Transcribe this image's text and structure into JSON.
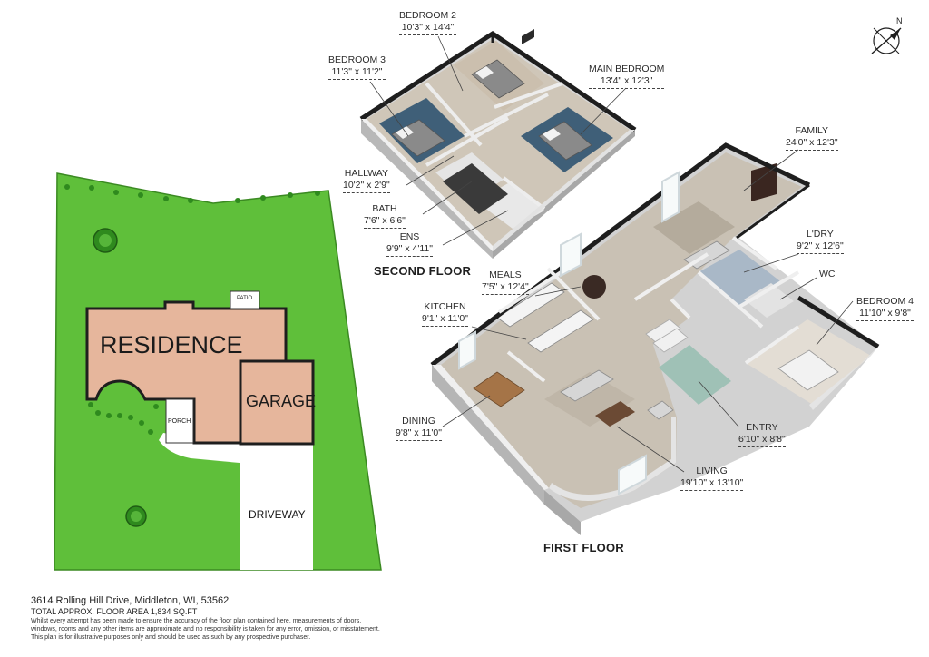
{
  "site_plan": {
    "residence": "RESIDENCE",
    "garage": "GARAGE",
    "patio": "PATIO",
    "porch": "PORCH",
    "driveway": "DRIVEWAY"
  },
  "floors": {
    "second": "SECOND FLOOR",
    "first": "FIRST FLOOR"
  },
  "compass": {
    "north": "N"
  },
  "rooms": {
    "bedroom2": {
      "name": "BEDROOM 2",
      "dims": "10'3\" x 14'4\""
    },
    "bedroom3": {
      "name": "BEDROOM 3",
      "dims": "11'3\" x 11'2\""
    },
    "main_bedroom": {
      "name": "MAIN BEDROOM",
      "dims": "13'4\" x 12'3\""
    },
    "hallway": {
      "name": "HALLWAY",
      "dims": "10'2\" x 2'9\""
    },
    "bath": {
      "name": "BATH",
      "dims": "7'6\" x 6'6\""
    },
    "ens": {
      "name": "ENS",
      "dims": "9'9\" x 4'11\""
    },
    "family": {
      "name": "FAMILY",
      "dims": "24'0\" x 12'3\""
    },
    "laundry": {
      "name": "L'DRY",
      "dims": "9'2\" x 12'6\""
    },
    "wc": {
      "name": "WC",
      "dims": ""
    },
    "bedroom4": {
      "name": "BEDROOM 4",
      "dims": "11'10\" x 9'8\""
    },
    "meals": {
      "name": "MEALS",
      "dims": "7'5\" x 12'4\""
    },
    "kitchen": {
      "name": "KITCHEN",
      "dims": "9'1\" x 11'0\""
    },
    "dining": {
      "name": "DINING",
      "dims": "9'8\" x 11'0\""
    },
    "entry": {
      "name": "ENTRY",
      "dims": "6'10\" x 8'8\""
    },
    "living": {
      "name": "LIVING",
      "dims": "19'10\" x 13'10\""
    }
  },
  "footer": {
    "address": "3614 Rolling Hill Drive, Middleton, WI, 53562",
    "total_area": "TOTAL APPROX. FLOOR AREA 1,834 SQ.FT",
    "disclaimer_1": "Whilst every attempt has been made to ensure the accuracy of the floor plan contained here, measurements of doors,",
    "disclaimer_2": "windows, rooms and any other items are approximate and no responsibility is taken for any error, omission, or misstatement.",
    "disclaimer_3": "This plan is for illustrative purposes only and should be used as such by any prospective purchaser."
  },
  "colors": {
    "lawn": "#5fbf3a",
    "lawn_edge": "#3d8f22",
    "residence": "#e6b69c",
    "wall_dark": "#2c2c2c",
    "wall_face": "#d9d9d9",
    "floor_beige": "#cfc5b6",
    "floor_blue": "#3f5f78",
    "floor_tile": "#9fc1b6",
    "wood": "#a57447"
  }
}
